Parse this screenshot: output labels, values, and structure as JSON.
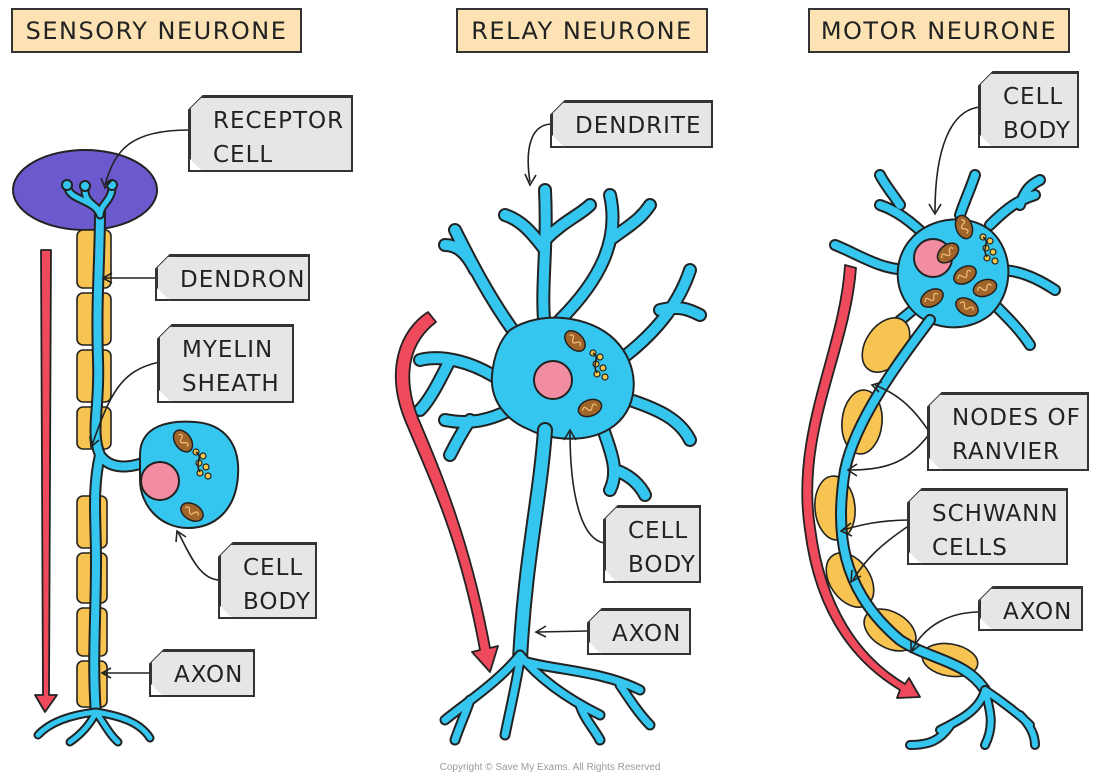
{
  "titles": {
    "sensory": "SENSORY NEURONE",
    "relay": "RELAY NEURONE",
    "motor": "MOTOR NEURONE"
  },
  "labels": {
    "sensory": {
      "receptor_cell": [
        "RECEPTOR",
        "CELL"
      ],
      "dendron": [
        "DENDRON"
      ],
      "myelin_sheath": [
        "MYELIN",
        "SHEATH"
      ],
      "cell_body": [
        "CELL",
        "BODY"
      ],
      "axon": [
        "AXON"
      ]
    },
    "relay": {
      "dendrite": [
        "DENDRITE"
      ],
      "cell_body": [
        "CELL",
        "BODY"
      ],
      "axon": [
        "AXON"
      ]
    },
    "motor": {
      "cell_body": [
        "CELL",
        "BODY"
      ],
      "nodes_of_ranvier": [
        "NODES OF",
        "RANVIER"
      ],
      "schwann_cells": [
        "SCHWANN",
        "CELLS"
      ],
      "axon": [
        "AXON"
      ]
    }
  },
  "copyright": "Copyright © Save My Exams. All Rights Reserved",
  "colors": {
    "neuron": "#35c6ef",
    "myelin": "#f8c451",
    "receptor": "#6a5acd",
    "nucleus": "#f28ca2",
    "mitochondria": "#a0652a",
    "impulse_arrow": "#ef4a5c",
    "title_bg": "#fde3b4",
    "label_bg": "#e6e6e6"
  }
}
